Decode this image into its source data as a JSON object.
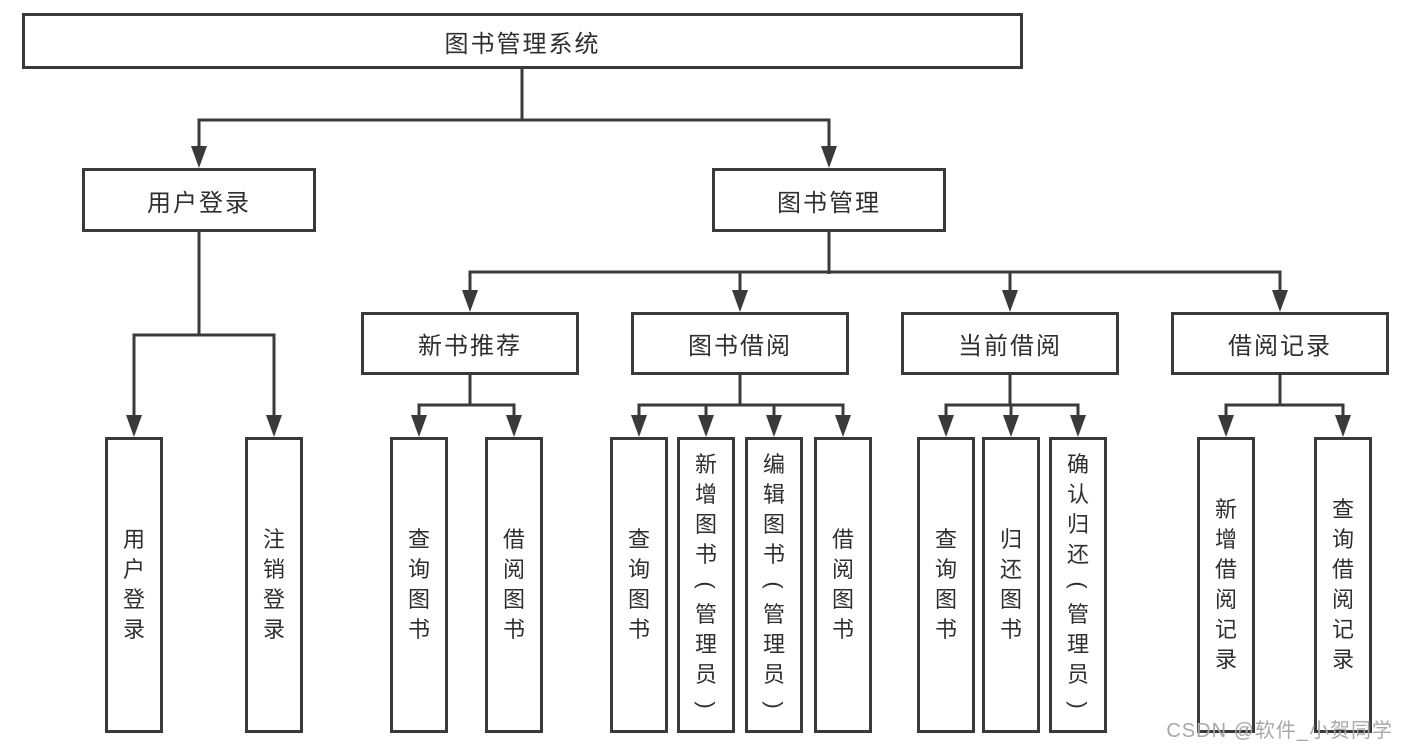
{
  "colors": {
    "line": "#3a3a3a",
    "text": "#2f2f2f",
    "box_background": "#ffffff",
    "page_background": "#ffffff",
    "watermark": "#a9a9a9"
  },
  "watermark": {
    "text": "CSDN @软件_小贺同学"
  },
  "tree": {
    "root": {
      "label": "图书管理系统"
    },
    "user_login": {
      "label": "用户登录",
      "children": [
        {
          "label": "用户登录"
        },
        {
          "label": "注销登录"
        }
      ]
    },
    "book_mgmt": {
      "label": "图书管理",
      "children": [
        {
          "label": "新书推荐",
          "children": [
            {
              "label": "查询图书"
            },
            {
              "label": "借阅图书"
            }
          ]
        },
        {
          "label": "图书借阅",
          "children": [
            {
              "label": "查询图书"
            },
            {
              "label": "新增图书（管理员）"
            },
            {
              "label": "编辑图书（管理员）"
            },
            {
              "label": "借阅图书"
            }
          ]
        },
        {
          "label": "当前借阅",
          "children": [
            {
              "label": "查询图书"
            },
            {
              "label": "归还图书"
            },
            {
              "label": "确认归还（管理员）"
            }
          ]
        },
        {
          "label": "借阅记录",
          "children": [
            {
              "label": "新增借阅记录"
            },
            {
              "label": "查询借阅记录"
            }
          ]
        }
      ]
    }
  }
}
